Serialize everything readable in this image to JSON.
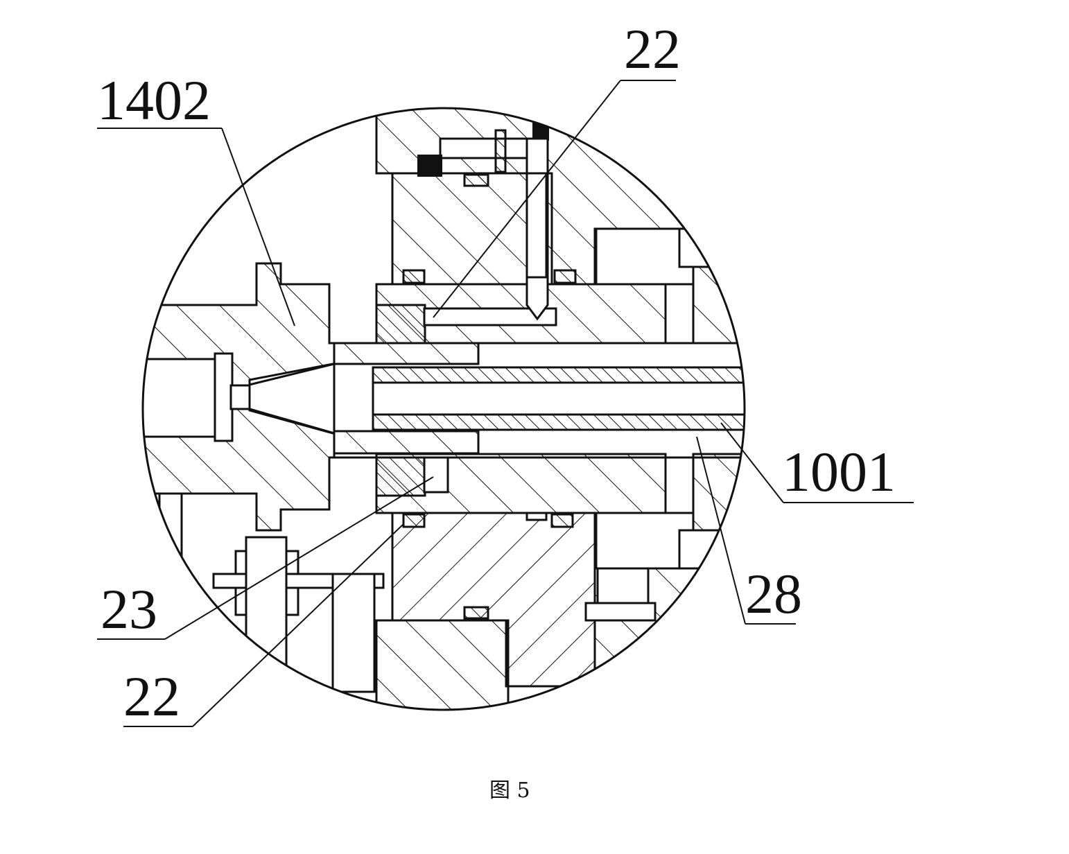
{
  "figure": {
    "caption": "图 5",
    "labels": [
      {
        "id": "label-1402",
        "text": "1402"
      },
      {
        "id": "label-22-top",
        "text": "22"
      },
      {
        "id": "label-1001",
        "text": "1001"
      },
      {
        "id": "label-28",
        "text": "28"
      },
      {
        "id": "label-23",
        "text": "23"
      },
      {
        "id": "label-22-bottom",
        "text": "22"
      }
    ]
  }
}
